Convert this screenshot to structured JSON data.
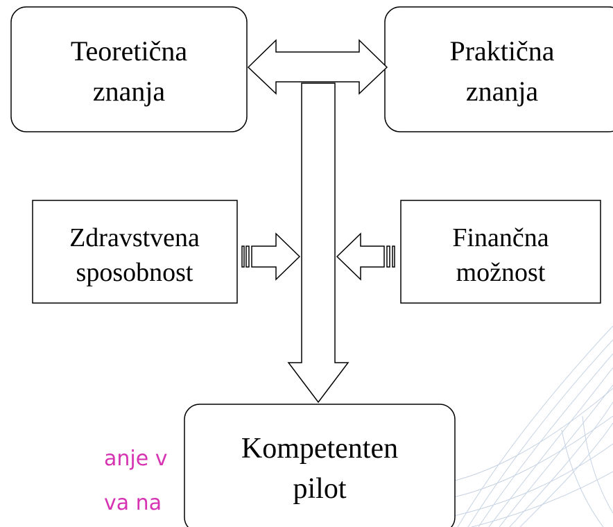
{
  "colors": {
    "line": "#000000",
    "background": "#ffffff",
    "side_text": "#d633b3",
    "decor_lines": "#c7d3e3"
  },
  "boxes": {
    "theoretical": {
      "line1": "Teoretična",
      "line2": "znanja"
    },
    "practical": {
      "line1": "Praktična",
      "line2": "znanja"
    },
    "health": {
      "line1": "Zdravstvena",
      "line2": "sposobnost"
    },
    "financial": {
      "line1": "Finančna",
      "line2": "možnost"
    },
    "result": {
      "line1": "Kompetenten",
      "line2": "pilot"
    }
  },
  "side_text": {
    "line1": "anje v",
    "line2": "va na"
  }
}
